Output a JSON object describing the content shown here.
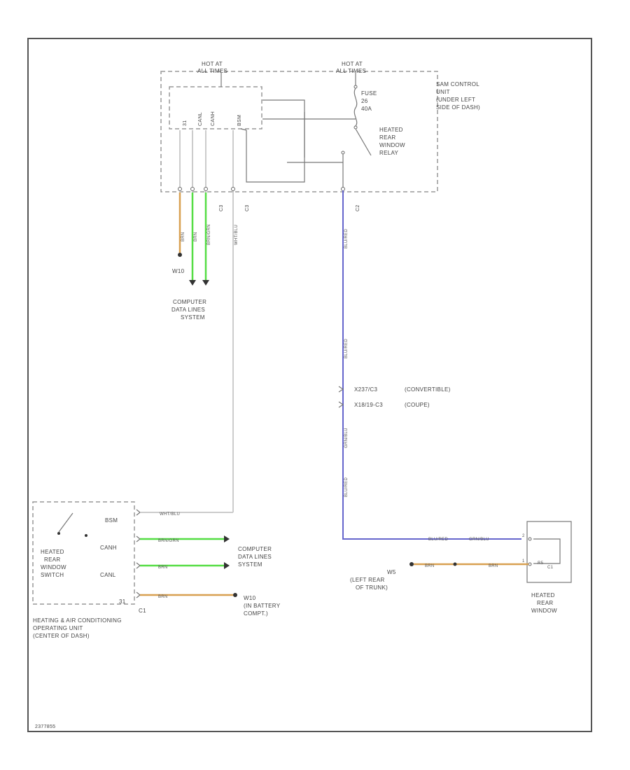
{
  "colors": {
    "green": "#55dd44",
    "blue": "#6666cc",
    "tan": "#d8a050",
    "gray": "#cccccc",
    "frame": "#555555"
  },
  "labels": {
    "hot_at_1": "HOT AT",
    "hot_at_1b": "ALL TIMES",
    "hot_at_2": "HOT AT",
    "hot_at_2b": "ALL TIMES",
    "pin_31": "31",
    "pin_canl": "CANL",
    "pin_canh": "CANH",
    "pin_bsm": "BSM",
    "fuse_1": "FUSE",
    "fuse_2": "26",
    "fuse_3": "40A",
    "relay_1": "HEATED",
    "relay_2": "REAR",
    "relay_3": "WINDOW",
    "relay_4": "RELAY",
    "sam_1": "SAM CONTROL",
    "sam_2": "UNIT",
    "sam_3": "(UNDER LEFT",
    "sam_4": "SIDE OF DASH)",
    "conn_1": "C3",
    "conn_2": "C3",
    "conn_3": "C2",
    "w_brn_1": "BRN",
    "w_brn_2": "BRN",
    "w_brngrn": "BRN/GRN",
    "w_whtblu": "WHT/BLU",
    "w_blured_1": "BLU/RED",
    "w_blured_2": "BLU/RED",
    "w_grnblu": "GRN/BLU",
    "w_blured_3": "BLU/RED",
    "ground_w10_top": "W10",
    "cds_top_1": "COMPUTER",
    "cds_top_2": "DATA LINES",
    "cds_top_3": "SYSTEM",
    "x_conn_1": "X237/C3",
    "x_conn_1b": "(CONVERTIBLE)",
    "x_conn_2": "X18/19-C3",
    "x_conn_2b": "(COUPE)",
    "sw_1": "HEATED",
    "sw_2": "REAR",
    "sw_3": "WINDOW",
    "sw_4": "SWITCH",
    "sw_pin_bsm": "BSM",
    "sw_pin_canh": "CANH",
    "sw_pin_canl": "CANL",
    "sw_pin_31": "31",
    "sw_conn": "C1",
    "sw_w_whtblu": "WHT/BLU",
    "sw_w_brngrn": "BRN/GRN",
    "sw_w_brn": "BRN",
    "sw_w_brn2": "BRN",
    "cds_bot_1": "COMPUTER",
    "cds_bot_2": "DATA LINES",
    "cds_bot_3": "SYSTEM",
    "w10_bot_1": "W10",
    "w10_bot_2": "(IN BATTERY",
    "w10_bot_3": "COMPT.)",
    "hac_1": "HEATING & AIR CONDITIONING",
    "hac_2": "OPERATING UNIT",
    "hac_3": "(CENTER OF DASH)",
    "w5_1": "W5",
    "w5_2": "(LEFT REAR",
    "w5_3": "OF TRUNK)",
    "rw_w_1": "BLU/RED",
    "rw_w_2": "GRN/BLU",
    "rw_w_brn1": "BRN",
    "rw_w_brn2": "BRN",
    "rw_pin_1": "2",
    "rw_pin_2": "1",
    "rw_inner": "R5",
    "rw_inner_b": "C1",
    "rw_1": "HEATED",
    "rw_2": "REAR",
    "rw_3": "WINDOW",
    "footer": "2377855"
  }
}
